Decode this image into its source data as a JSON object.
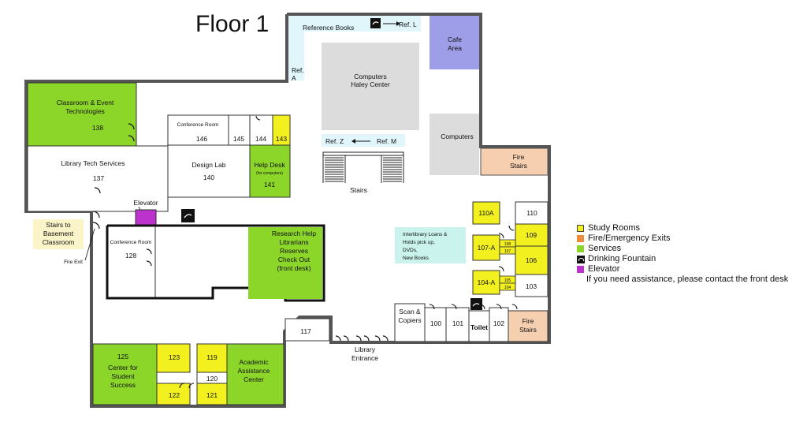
{
  "title": "Floor 1",
  "colors": {
    "study": "#f2f01e",
    "services": "#8cd62a",
    "fire_stairs": "#f6cfb1",
    "elevator": "#bb33cc",
    "reference": "#e0f6fb",
    "computers": "#dcdcdc",
    "cafe": "#9e9ee8",
    "info": "#c9f3ec",
    "stairs_basement": "#fbf4c8"
  },
  "rooms": {
    "classroom": {
      "name": "Classroom & Event Technologies",
      "number": "138"
    },
    "library_tech": {
      "name": "Library Tech Services",
      "number": "137"
    },
    "conference_146": {
      "name": "Conference Room",
      "number": "146"
    },
    "r145": "145",
    "r144": "144",
    "r143": "143",
    "design_lab": {
      "name": "Design Lab",
      "number": "140"
    },
    "help_desk": {
      "name": "Help Desk",
      "sub": "(for computers)",
      "number": "141"
    },
    "conference_128": {
      "name": "Conference Room",
      "number": "128"
    },
    "research_help": [
      "Research Help",
      "Librarians",
      "Reserves",
      "Check Out",
      "(front desk)"
    ],
    "r117": "117",
    "library_entrance": [
      "Library",
      "Entrance"
    ],
    "center_success": [
      "125",
      "Center for",
      "Student",
      "Success"
    ],
    "r123": "123",
    "r119": "119",
    "r120": "120",
    "r122": "122",
    "r121": "121",
    "academic": [
      "Academic",
      "Assistance",
      "Center"
    ],
    "reference_books": "Reference Books",
    "ref_l": "Ref. L",
    "ref_a": [
      "Ref.",
      "A"
    ],
    "computers_haley": [
      "Computers",
      "Haley Center"
    ],
    "cafe": [
      "Cafe",
      "Area"
    ],
    "computers_right": "Computers",
    "ref_z": "Ref. Z",
    "ref_m": "Ref. M",
    "stairs": "Stairs",
    "fire_stairs": [
      "Fire",
      "Stairs"
    ],
    "r110a": "110A",
    "r110": "110",
    "r109": "109",
    "r107a": "107-A",
    "r108": "108",
    "r107": "107",
    "r106": "106",
    "r104a": "104-A",
    "r105": "105",
    "r104": "104",
    "r103": "103",
    "interlibrary": [
      "Interlibrary Loans &",
      "Holds pick up,",
      "DVDs,",
      "New Books"
    ],
    "scan": [
      "Scan &",
      "Copiers"
    ],
    "r100": "100",
    "r101": "101",
    "toilet": "Toilet",
    "r102": "102",
    "elevator": "Elevator",
    "stairs_basement": [
      "Stairs to",
      "Basement",
      "Classroom"
    ],
    "fire_exit": "Fire Exit"
  },
  "legend": {
    "study": "Study Rooms",
    "fire": "Fire/Emergency Exits",
    "services": "Services",
    "fountain": "Drinking Fountain",
    "elevator": "Elevator",
    "note": "If you need assistance, please contact the front desk"
  },
  "legend_colors": {
    "study": "#f2f01e",
    "fire": "#f08a3c",
    "services": "#8cd62a",
    "elevator": "#bb33cc"
  }
}
